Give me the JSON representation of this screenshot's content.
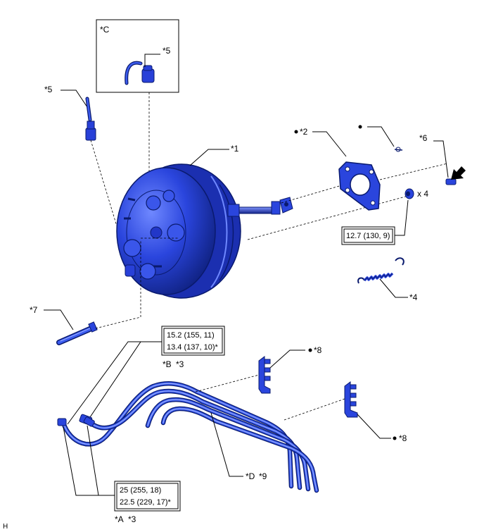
{
  "labels": {
    "booster": "*1",
    "gasket": "*2",
    "spring": "*4",
    "hose_left": "*5",
    "hose_inset": "*5",
    "clip": "*6",
    "pipe_hose": "*7",
    "bracket_upper": "*8",
    "bracket_lower": "*8",
    "detail_c": "*C",
    "detail_b": "*B",
    "detail_b_ref": "*3",
    "detail_a": "*A",
    "detail_a_ref": "*3",
    "detail_d": "*D",
    "detail_d_ref": "*9",
    "qty_nuts": "x 4",
    "footer_code": "H"
  },
  "torque": {
    "nuts": "12.7 (130, 9)",
    "b_line1": "15.2 (155, 11)",
    "b_line2": "13.4 (137, 10)*",
    "a_line1": "25 (255, 18)",
    "a_line2": "22.5 (229, 17)*"
  },
  "colors": {
    "part_dark": "#0a1a6e",
    "part_mid": "#2840d8",
    "part_light": "#6f88ff"
  },
  "icons": {
    "bullet": "filled-circle",
    "arrow": "bold-arrow"
  }
}
